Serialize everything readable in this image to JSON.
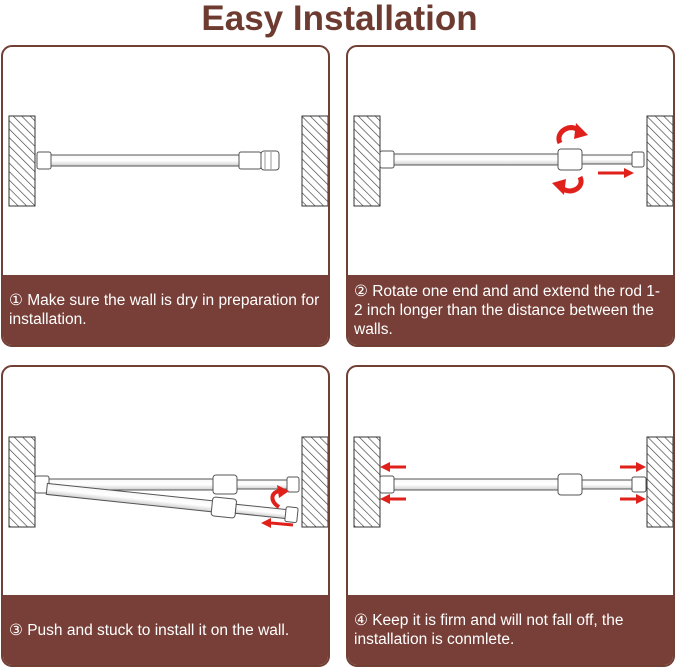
{
  "title": "Easy Installation",
  "colors": {
    "title": "#6e3b31",
    "border": "#713f34",
    "caption_bg": "#773f37",
    "arrow": "#e0201b"
  },
  "steps": [
    {
      "caption": "① Make sure the wall is dry in preparation for installation."
    },
    {
      "caption": "② Rotate one end and and extend the rod 1-2 inch longer than the distance between the walls."
    },
    {
      "caption": "③ Push and stuck to install it on the wall."
    },
    {
      "caption": "④ Keep it is firm and will not fall off, the installation is conmlete."
    }
  ]
}
